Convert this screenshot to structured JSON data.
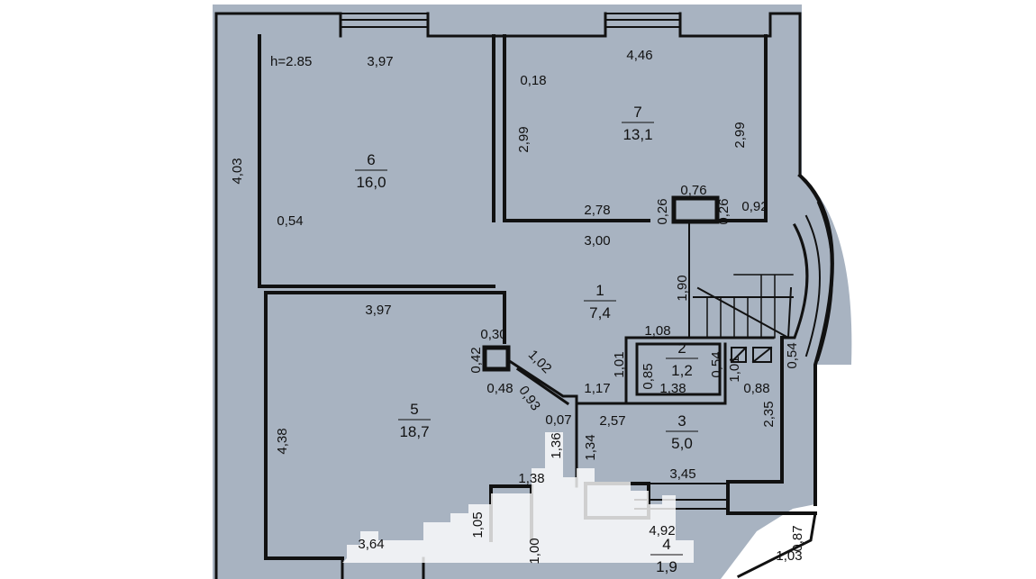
{
  "plan": {
    "ceiling_height": "h=2.85",
    "rooms": [
      {
        "number": "6",
        "area": "16,0"
      },
      {
        "number": "7",
        "area": "13,1"
      },
      {
        "number": "1",
        "area": "7,4"
      },
      {
        "number": "2",
        "area": "1,2"
      },
      {
        "number": "3",
        "area": "5,0"
      },
      {
        "number": "5",
        "area": "18,7"
      },
      {
        "number": "4",
        "area": "1,9"
      }
    ],
    "dimensions": [
      "3,97",
      "4,46",
      "0,18",
      "2,99",
      "2,99",
      "4,03",
      "0,54",
      "2,78",
      "0,26",
      "0,76",
      "0,26",
      "0,92",
      "3,00",
      "1,90",
      "3,97",
      "0,30",
      "1,08",
      "0,42",
      "1,02",
      "1,01",
      "0,85",
      "0,54",
      "1,01",
      "0,54",
      "0,48",
      "0,93",
      "1,17",
      "1,38",
      "0,88",
      "2,35",
      "0,07",
      "2,57",
      "4,38",
      "1,36",
      "1,34",
      "3,45",
      "1,38",
      "1,05",
      "4,92",
      "1,00",
      "3,64",
      "1,03",
      "0,87"
    ]
  },
  "colors": {
    "floor": "#a8b3c1",
    "wall": "#111111",
    "background": "#ffffff"
  }
}
